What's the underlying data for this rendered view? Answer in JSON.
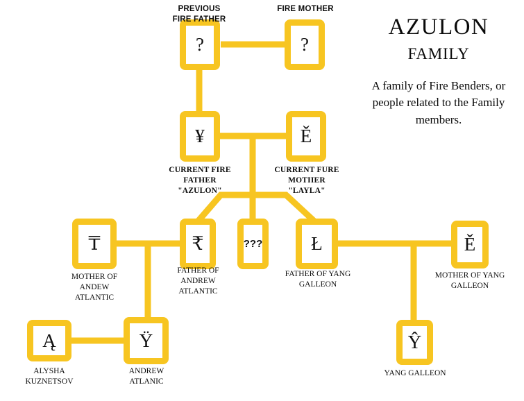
{
  "theme": {
    "accent": "#F7C521",
    "background": "#FFFFFF",
    "text": "#0D0D0D"
  },
  "title": {
    "main": "AZULON",
    "sub": "FAMILY",
    "description": "A family of Fire Benders, or people related to the Family members."
  },
  "nodes": {
    "previous_fire_father": {
      "glyph": "?",
      "caption_above": "PREVIOUS\nFIRE FATHER"
    },
    "fire_mother": {
      "glyph": "?",
      "caption_above": "FIRE MOTHER"
    },
    "current_fire_father": {
      "glyph": "¥",
      "caption_below": "CURRENT FIRE\nFATHER\n\"AZULON\""
    },
    "current_fire_mother": {
      "glyph": "Ě",
      "caption_below": "CURRENT FURE\nMOTIIER\n\"LAYLA\""
    },
    "mother_of_andrew": {
      "glyph": "₸",
      "caption_below": "MOTHER OF\nANDEW\nATLANTIC"
    },
    "father_of_andrew": {
      "glyph": "₹",
      "caption_below": "FATHER OF\nANDREW\nATLANTIC"
    },
    "unknown_sibling": {
      "glyph": "???",
      "caption_below": ""
    },
    "father_of_yang": {
      "glyph": "Ł",
      "caption_below": "FATHER OF YANG\nGALLEON"
    },
    "mother_of_yang": {
      "glyph": "Ě",
      "caption_below": "MOTHER OF YANG\nGALLEON"
    },
    "alysha_kuznetsov": {
      "glyph": "Ą",
      "caption_below": "ALYSHA\nKUZNETSOV"
    },
    "andrew_atlanic": {
      "glyph": "Ÿ",
      "caption_below": "ANDREW\nATLANIC"
    },
    "yang_galleon": {
      "glyph": "Ŷ",
      "caption_below": "YANG GALLEON"
    }
  }
}
